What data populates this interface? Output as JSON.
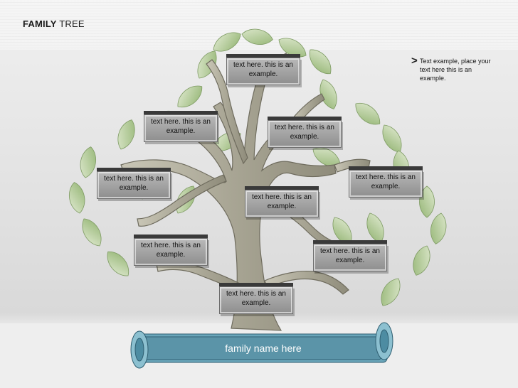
{
  "header": {
    "title_bold": "FAMILY",
    "title_rest": " TREE"
  },
  "note": {
    "arrow": ">",
    "text": "Text example, place your text here this is an example."
  },
  "cards": [
    {
      "text": "text here. this is an example."
    },
    {
      "text": "text here. this is an example."
    },
    {
      "text": "text here. this is an example."
    },
    {
      "text": "text here. this is an example."
    },
    {
      "text": "text here. this is an example."
    },
    {
      "text": "text here. this is an example."
    },
    {
      "text": "text here. this is an example."
    },
    {
      "text": "text here. this is an example."
    },
    {
      "text": "text here. this is an example."
    }
  ],
  "banner": {
    "label": "family name here"
  },
  "colors": {
    "leaf": "#a9c48b",
    "trunk": "#a8a595",
    "banner": "#5f9bb0"
  }
}
